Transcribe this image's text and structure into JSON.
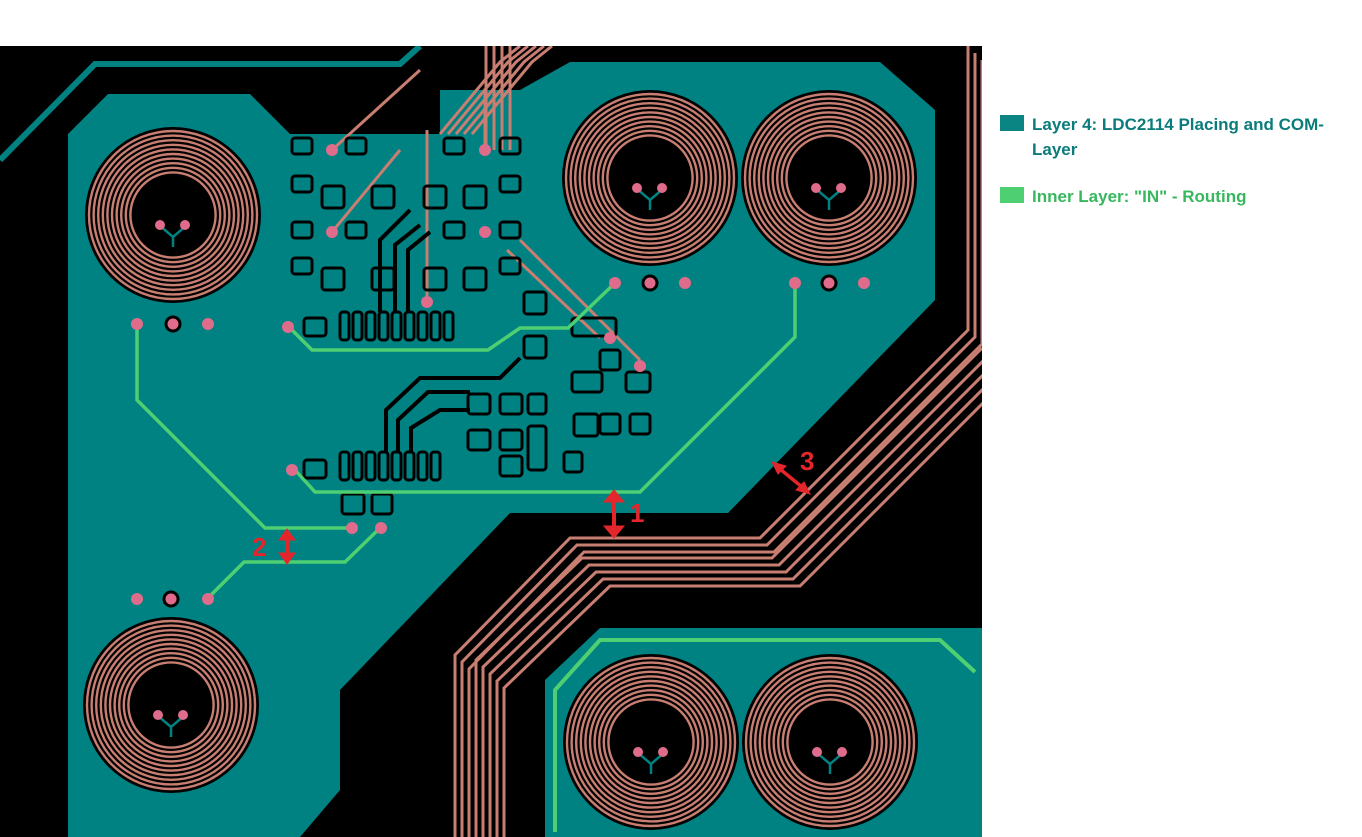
{
  "legend": {
    "items": [
      {
        "label": "Layer 4: LDC2114 Placing and COM-Layer",
        "swatch_color": "#0b8484",
        "text_color": "#0b7b7b"
      },
      {
        "label": "Inner Layer: \"IN\" - Routing",
        "swatch_color": "#4ecf72",
        "text_color": "#37b85e"
      }
    ]
  },
  "annotations": {
    "marker_1": "1",
    "marker_2": "2",
    "marker_3": "3"
  },
  "colors": {
    "background": "#000000",
    "copper_pour": "#008282",
    "trace": "#c97e72",
    "via": "#e06c8c",
    "inner_route": "#4ecf72",
    "annotation": "#e3262c"
  }
}
